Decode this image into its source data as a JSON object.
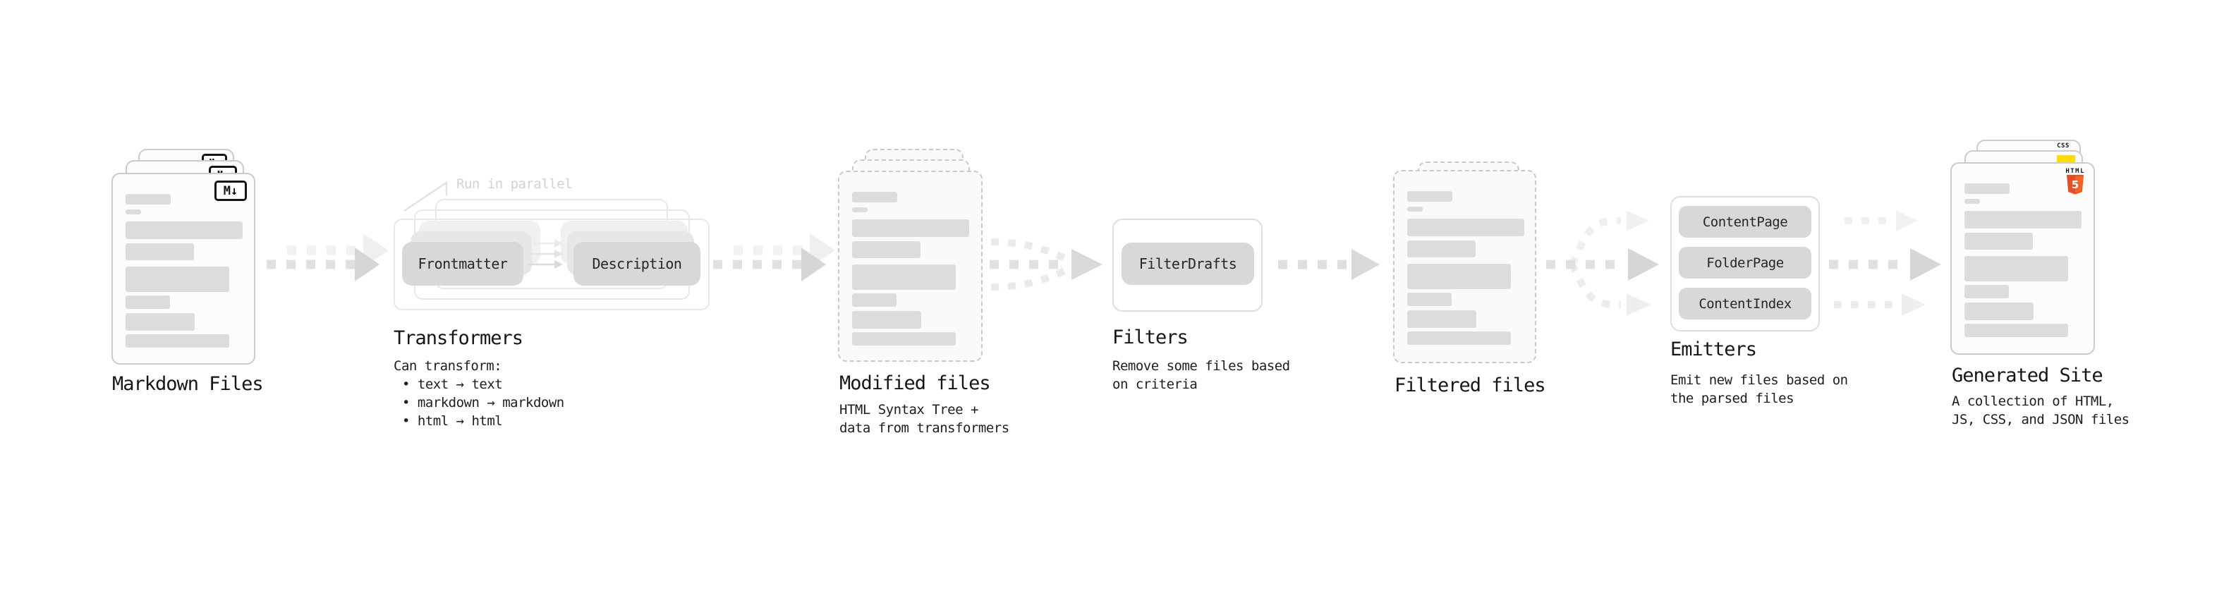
{
  "sections": {
    "markdown_files": {
      "label": "Markdown Files"
    },
    "transformers": {
      "label": "Transformers",
      "annotation": "Run in parallel",
      "node_frontmatter": "Frontmatter",
      "node_description": "Description",
      "desc_title": "Can transform:",
      "bullets": [
        "• text → text",
        "• markdown → markdown",
        "• html → html"
      ]
    },
    "modified_files": {
      "label": "Modified files",
      "desc": [
        "HTML Syntax Tree +",
        "data from transformers"
      ]
    },
    "filters": {
      "label": "Filters",
      "node": "FilterDrafts",
      "desc": [
        "Remove some files based",
        "on criteria"
      ]
    },
    "filtered_files": {
      "label": "Filtered files"
    },
    "emitters": {
      "label": "Emitters",
      "nodes": [
        "ContentPage",
        "FolderPage",
        "ContentIndex"
      ],
      "desc": [
        "Emit new files based on",
        "the parsed files"
      ]
    },
    "generated_site": {
      "label": "Generated Site",
      "desc": [
        "A collection of HTML,",
        "JS, CSS, and JSON files"
      ]
    }
  },
  "badges": {
    "markdown": "M↓",
    "css": "CSS",
    "html": "HTML",
    "html5_number": "5"
  },
  "colors": {
    "html5_orange": "#e44d26",
    "js_yellow": "#ffdd00",
    "css_blue": "#1a6ef5"
  }
}
